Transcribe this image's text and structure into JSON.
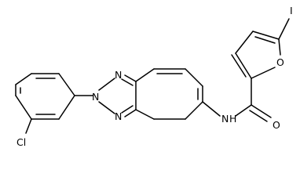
{
  "molecule": {
    "atoms": {
      "n1": "N",
      "n2": "N",
      "n3": "N",
      "chlorine": "Cl",
      "amide_n": "N",
      "amide_h": "H",
      "carbonyl_o": "O",
      "furan_o": "O",
      "iodine": "I"
    }
  },
  "colors": {
    "bond": "#000000",
    "background": "#ffffff"
  }
}
